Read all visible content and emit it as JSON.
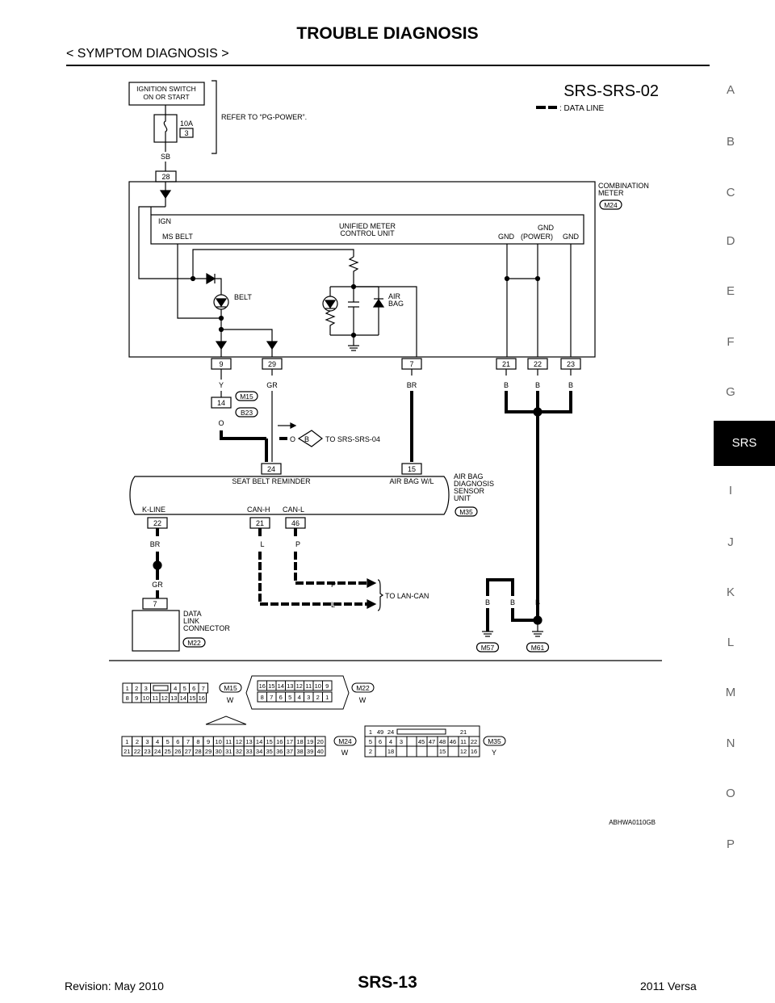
{
  "header": {
    "title": "TROUBLE DIAGNOSIS",
    "subtitle": "< SYMPTOM DIAGNOSIS >"
  },
  "side_index": {
    "letters": [
      "A",
      "B",
      "C",
      "D",
      "E",
      "F",
      "G",
      "I",
      "J",
      "K",
      "L",
      "M",
      "N",
      "O",
      "P"
    ],
    "active_tab": "SRS"
  },
  "diagram": {
    "code": "SRS-SRS-02",
    "legend": ": DATA LINE",
    "ignition_switch": [
      "IGNITION SWITCH",
      "ON OR START"
    ],
    "fuse_rating": "10A",
    "fuse_number": "3",
    "fuse_block": "SB",
    "fuse_block_terminal": "28",
    "refer_note": "REFER TO “PG-POWER”.",
    "combination_meter": {
      "name": [
        "COMBINATION",
        "METER"
      ],
      "connector": "M24"
    },
    "unified_meter": [
      "UNIFIED METER",
      "CONTROL UNIT"
    ],
    "ign_label": "IGN",
    "ms_belt_label": "MS BELT",
    "gnd_labels": [
      "GND",
      "GND",
      "(POWER)",
      "GND"
    ],
    "belt_label": "BELT",
    "airbag_label": [
      "AIR",
      "BAG"
    ],
    "meter_terminals": [
      "9",
      "29",
      "7",
      "21",
      "22",
      "23"
    ],
    "wire_colors": [
      "Y",
      "GR",
      "BR",
      "B",
      "B",
      "B"
    ],
    "jct_terminal": "14",
    "jct_connectors": [
      "M15",
      "B23"
    ],
    "jct_color": "O",
    "to_srs04": [
      "O",
      "B",
      "TO SRS-SRS-04"
    ],
    "sensor_unit": {
      "name": [
        "AIR BAG",
        "DIAGNOSIS",
        "SENSOR",
        "UNIT"
      ],
      "connector": "M35"
    },
    "seat_belt_reminder": "SEAT BELT REMINDER",
    "air_bag_wl": "AIR BAG W/L",
    "sensor_terminals_top": [
      "24",
      "15"
    ],
    "k_line": "K-LINE",
    "can_h": "CAN-H",
    "can_l": "CAN-L",
    "sensor_terminals_bottom": [
      "22",
      "21",
      "46"
    ],
    "lower_colors": [
      "BR",
      "L",
      "P"
    ],
    "dlc_color": "GR",
    "dlc_terminal": "7",
    "dlc": {
      "name": [
        "DATA",
        "LINK",
        "CONNECTOR"
      ],
      "connector": "M22"
    },
    "lan_colors": [
      "P",
      "L"
    ],
    "to_lan_can": "TO LAN-CAN",
    "ground_colors": [
      "B",
      "B",
      "B"
    ],
    "grounds": [
      "M57",
      "M61"
    ],
    "figure_id": "ABHWA0110GB"
  },
  "connectors": {
    "M15": {
      "color": "W",
      "rows": [
        [
          "1",
          "2",
          "3",
          "",
          "4",
          "5",
          "6",
          "7"
        ],
        [
          "8",
          "9",
          "10",
          "11",
          "12",
          "13",
          "14",
          "15",
          "16"
        ]
      ]
    },
    "M22": {
      "color": "W",
      "rows": [
        [
          "16",
          "15",
          "14",
          "13",
          "12",
          "11",
          "10",
          "9"
        ],
        [
          "8",
          "7",
          "6",
          "5",
          "4",
          "3",
          "2",
          "1"
        ]
      ]
    },
    "M24": {
      "color": "W",
      "rows": [
        [
          "1",
          "2",
          "3",
          "4",
          "5",
          "6",
          "7",
          "8",
          "9",
          "10",
          "11",
          "12",
          "13",
          "14",
          "15",
          "16",
          "17",
          "18",
          "19",
          "20"
        ],
        [
          "21",
          "22",
          "23",
          "24",
          "25",
          "26",
          "27",
          "28",
          "29",
          "30",
          "31",
          "32",
          "33",
          "34",
          "35",
          "36",
          "37",
          "38",
          "39",
          "40"
        ]
      ]
    },
    "M35": {
      "color": "Y",
      "rows": [
        [
          "1",
          "49",
          "24",
          "21"
        ],
        [
          "5",
          "6",
          "4",
          "3",
          "45",
          "47",
          "48",
          "46",
          "11",
          "22"
        ],
        [
          "2",
          "18",
          "15",
          "12",
          "16"
        ]
      ]
    }
  },
  "footer": {
    "revision": "Revision: May 2010",
    "page": "SRS-13",
    "model": "2011 Versa"
  },
  "colors": {
    "ink": "#000000",
    "tab_bg": "#000000",
    "tab_text": "#ffffff",
    "index_gray": "#666666"
  }
}
